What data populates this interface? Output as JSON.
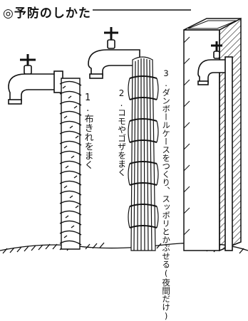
{
  "title": "◎予防のしかた",
  "method1": {
    "number": "1.",
    "text": "布きれをまく"
  },
  "method2": {
    "number": "2.",
    "text": "コモやゴザをまく"
  },
  "method3": {
    "number": "3.",
    "line1": "ダンボールケースをつくり、スッ",
    "line2": "ポリとかぶせる(夜間だけ)"
  }
}
